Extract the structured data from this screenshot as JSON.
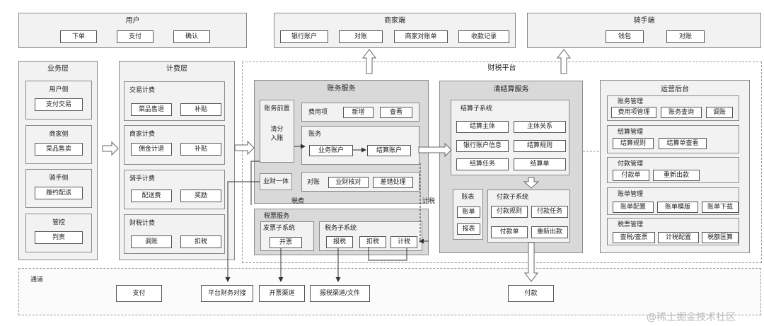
{
  "user": {
    "title": "用户",
    "btns": [
      "下单",
      "支付",
      "确认"
    ]
  },
  "merchant": {
    "title": "商家端",
    "btns": [
      "银行账户",
      "对账",
      "商家对账单",
      "收款记录"
    ]
  },
  "rider": {
    "title": "骑手端",
    "btns": [
      "钱包",
      "对账"
    ]
  },
  "biz": {
    "title": "业务层",
    "sections": [
      {
        "title": "用户侧",
        "item": "支付交易"
      },
      {
        "title": "商家侧",
        "item": "菜品售卖"
      },
      {
        "title": "骑手侧",
        "item": "履约配送"
      },
      {
        "title": "管控",
        "item": "判责"
      }
    ]
  },
  "billing": {
    "title": "计费层",
    "sections": [
      {
        "title": "交易计费",
        "items": [
          "菜品售退",
          "补贴"
        ]
      },
      {
        "title": "商家计费",
        "items": [
          "佣金计退",
          "补贴"
        ]
      },
      {
        "title": "骑手计费",
        "items": [
          "配送费",
          "奖励"
        ]
      },
      {
        "title": "财税计费",
        "items": [
          "调账",
          "扣税"
        ]
      }
    ]
  },
  "platform": {
    "title": "财税平台"
  },
  "acct": {
    "title": "账务服务",
    "front": "账务前置",
    "clear": [
      "清分",
      "入账"
    ],
    "fee_label": "费用项",
    "fee_btns": [
      "新增",
      "查看"
    ],
    "acc_label": "账务",
    "acc_btns": [
      "业务账户",
      "结算账户"
    ],
    "yc": "业财一体",
    "recon_label": "对账",
    "recon_btns": [
      "业财核对",
      "差错处理"
    ]
  },
  "tax": {
    "title": "税票服务",
    "invoice_sys": "发票子系统",
    "invoice_btn": "开票",
    "tax_sys": "税务子系统",
    "tax_btns": [
      "报税",
      "扣税",
      "计税"
    ],
    "shuifei": "税费",
    "jishui": "计税"
  },
  "settle": {
    "title": "清结算服务",
    "sub": "结算子系统",
    "btns": [
      "结算主体",
      "主体关系",
      "银行账户信息",
      "结算规则",
      "结算任务",
      "结算单"
    ],
    "ledger": "账表",
    "ledger_btns": [
      "账单",
      "报表"
    ],
    "pay_sys": "付款子系统",
    "pay_btns": [
      "付款规则",
      "付款任务",
      "付款单",
      "重新出款"
    ]
  },
  "ops": {
    "title": "运营后台",
    "groups": [
      {
        "title": "账务管理",
        "btns": [
          "费用项管理",
          "账务查询",
          "调账"
        ]
      },
      {
        "title": "结算管理",
        "btns": [
          "结算规则",
          "结算单查看"
        ]
      },
      {
        "title": "付款管理",
        "btns": [
          "付款单",
          "重新出款"
        ]
      },
      {
        "title": "账单管理",
        "btns": [
          "账单配置",
          "账单模版",
          "账单下载"
        ]
      },
      {
        "title": "税票管理",
        "btns": [
          "查税/查票",
          "计税配置",
          "税额匡算"
        ]
      }
    ]
  },
  "channel": {
    "title": "通道",
    "btns": [
      "支付",
      "平台财务对接",
      "开票渠道",
      "报税渠道/文件",
      "付款"
    ]
  },
  "watermark": "@稀土掘金技术社区"
}
